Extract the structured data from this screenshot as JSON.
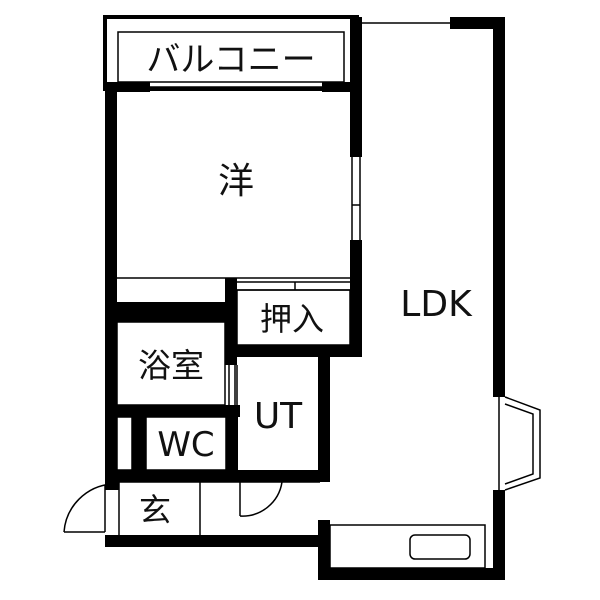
{
  "floorplan": {
    "rooms": {
      "balcony": "バルコニー",
      "western_room": "洋",
      "closet": "押入",
      "ldk": "LDK",
      "bathroom": "浴室",
      "utility": "UT",
      "toilet": "WC",
      "entrance": "玄"
    },
    "colors": {
      "wall": "#000000",
      "background": "#ffffff",
      "text": "#111111",
      "thin_line": "#000000"
    }
  }
}
